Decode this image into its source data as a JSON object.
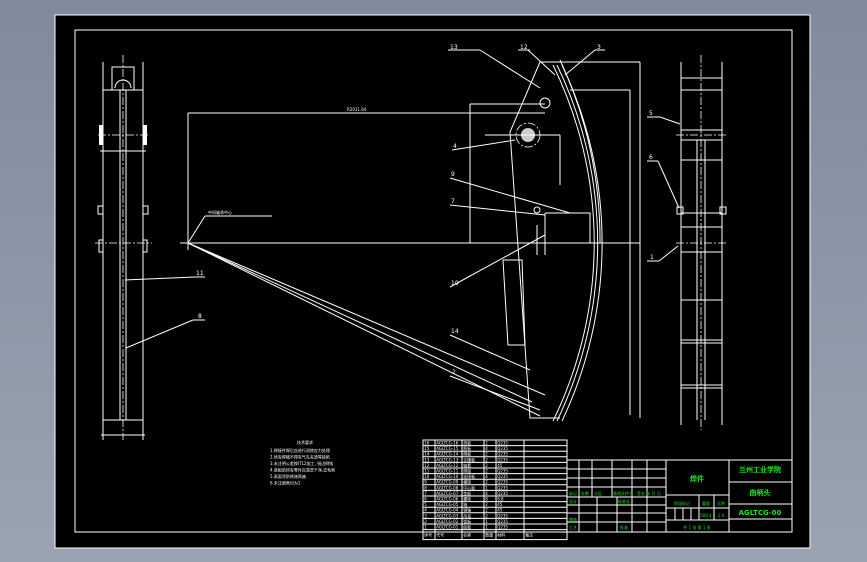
{
  "drawing": {
    "dimension_radius": "R2011.64",
    "pivot_label": "中间轴承中心",
    "balloons": {
      "b13": "13",
      "b12": "12",
      "b3": "3",
      "b4": "4",
      "b9": "9",
      "b7": "7",
      "b10": "10",
      "b14": "14",
      "b2": "2",
      "b11": "11",
      "b8": "8",
      "b5": "5",
      "b6": "6",
      "b1": "1"
    }
  },
  "notes": {
    "title": "技术要求",
    "lines": [
      "1.焊接件焊后应进行消除应力处理",
      "2.所有焊缝不得有气孔夹渣等缺陷",
      "3.未注明公差按IT12加工, 锐边倒钝",
      "4.装配前所有零件应清洗干净,去毛刺",
      "5.表面涂防锈漆两遍",
      "6.未注倒角均为1"
    ]
  },
  "bom": {
    "header": [
      "序号",
      "代号",
      "名称",
      "数量",
      "材料",
      "备注"
    ],
    "rows": [
      [
        "16",
        "AGLTCG-16",
        "挡板",
        "2",
        "Q235",
        ""
      ],
      [
        "15",
        "AGLTCG-15",
        "筋板",
        "4",
        "Q235",
        ""
      ],
      [
        "14",
        "AGLTCG-14",
        "侧板",
        "2",
        "Q235",
        ""
      ],
      [
        "13",
        "AGLTCG-13",
        "支撑板",
        "2",
        "Q235",
        ""
      ],
      [
        "12",
        "AGLTCG-12",
        "轴套",
        "2",
        "45",
        ""
      ],
      [
        "11",
        "AGLTCG-11",
        "侧梁",
        "2",
        "Q235",
        ""
      ],
      [
        "10",
        "AGLTCG-10",
        "连接板",
        "4",
        "Q235",
        ""
      ],
      [
        "9",
        "AGLTCG-09",
        "横梁",
        "2",
        "Q235",
        ""
      ],
      [
        "8",
        "AGLTCG-08",
        "中心板",
        "1",
        "Q235",
        ""
      ],
      [
        "7",
        "AGLTCG-07",
        "垫板",
        "4",
        "Q235",
        ""
      ],
      [
        "6",
        "AGLTCG-06",
        "螺栓",
        "8",
        "8.8",
        ""
      ],
      [
        "5",
        "AGLTCG-05",
        "轴",
        "2",
        "45",
        ""
      ],
      [
        "4",
        "AGLTCG-04",
        "销轴",
        "2",
        "45",
        ""
      ],
      [
        "3",
        "AGLTCG-03",
        "吊耳",
        "2",
        "Q235",
        ""
      ],
      [
        "2",
        "AGLTCG-02",
        "弧板",
        "1",
        "Q235",
        ""
      ],
      [
        "1",
        "AGLTCG-01",
        "底板",
        "1",
        "Q235",
        ""
      ]
    ]
  },
  "title_block": {
    "school": "兰州工业学院",
    "part_name": "曲柄头",
    "drawing_no": "AGLTCG-00",
    "material": "焊件",
    "stage_label": "阶段标记",
    "weight_label": "重量",
    "scale_label": "比例",
    "scale_value": "1:4",
    "weight_value": "500.4",
    "sheet": "共 1 张    第 1 张",
    "mark": "标记",
    "count": "处数",
    "zone": "分区",
    "change_doc": "更改文件号",
    "sign_date": "签名 年 月 日",
    "design": "设计",
    "standard": "标准化",
    "review": "审核",
    "process": "工艺",
    "approve": "批准"
  }
}
